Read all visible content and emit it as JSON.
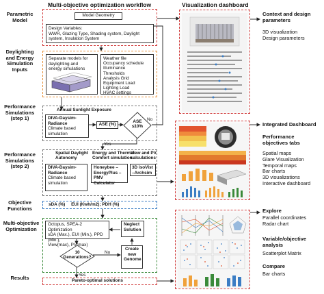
{
  "headers": {
    "workflow": "Multi-objective optimization workflow",
    "dashboard": "Visualization dashboard"
  },
  "left_labels": {
    "parametric": "Parametric\nModel",
    "daylighting": "Daylighting\nand Energy\nSimulation\nInputs",
    "perf1": "Performance\nSimulations\n(step 1)",
    "perf2": "Performance\nSimulations\n(step 2)",
    "objective": "Objective\nFunctions",
    "multi": "Multi-objective\nOptimization",
    "results": "Results"
  },
  "parametric": {
    "model_geometry": "Model Geometry",
    "design_variables": "Design Variables:\nWWR, Glazing Type, Shading system, Daylight\nsystem, Insulation System"
  },
  "inputs": {
    "separate_models": "Separate models for\ndaylighting and\nenergy simulations",
    "list": "Weather file\nOccupancy schedule\nIlluminance\nThresholds\nAnalysis Grid\nEquipment Load\nLighting Load\nHVAC settings"
  },
  "step1": {
    "annual": "Annual Sunlight Exposure",
    "diva_title": "DIVA-Daysim-\nRadiance",
    "diva_sub": "Climate based\nsimulation",
    "ase": "ASE (%)",
    "decision": "ASE\n≤10%",
    "no": "No",
    "yes": "Yes"
  },
  "step2": {
    "spatial": "Spatial Daylight\nAutonomy",
    "energy": "Energy and Thermal\nComfort simulation",
    "view": "View and PV\ncalculations",
    "diva_title": "DIVA-Daysim-\nRadiance",
    "diva_sub": "Climate based\nsimulation",
    "honeybee": "Honeybee –\nEnergyPlus –\nPMV Calculator",
    "isovist": "3D isoVist\n–Archsim"
  },
  "objective": {
    "text": "sDA (%)     EUI (Kwh/m2); PDH (%)"
  },
  "optimization": {
    "octopus": "Octopus, SPEA-2 Optimization\nsDA (Max.), EUI (Min.), PPD (Min.),\nView(max), PV(max)",
    "neglect": "Neglect\nSolution",
    "decision": "10\nGenerations?",
    "no": "No",
    "yes": "Yes",
    "create": "Create\nnew\nGenome"
  },
  "results": {
    "pareto": "Pareto-optimal solutions"
  },
  "right": {
    "context_title": "Context and design\nparameters",
    "context_items": "3D visualization\nDesign parameters",
    "integrated_title": "Integrated Dashboard",
    "perf_tabs_title": "Performance\nobjectives tabs",
    "perf_tabs_items": "Spatial maps\nGlare Visualization\nTemporal maps\nBar charts\n3D visualizations\nInteractive dashboard",
    "explore_title": "Explore",
    "explore_items": "Parallel coordinates\nRadar chart",
    "variable_title": "Variable/objective\nanalysis",
    "variable_items": "Scatterplot Matrix",
    "compare_title": "Compare",
    "compare_items": "Bar charts"
  },
  "colors": {
    "red": "#d23c3c",
    "orange": "#e8923a",
    "gray": "#777777",
    "blue": "#3b7dc4",
    "green": "#3a8a3a"
  }
}
